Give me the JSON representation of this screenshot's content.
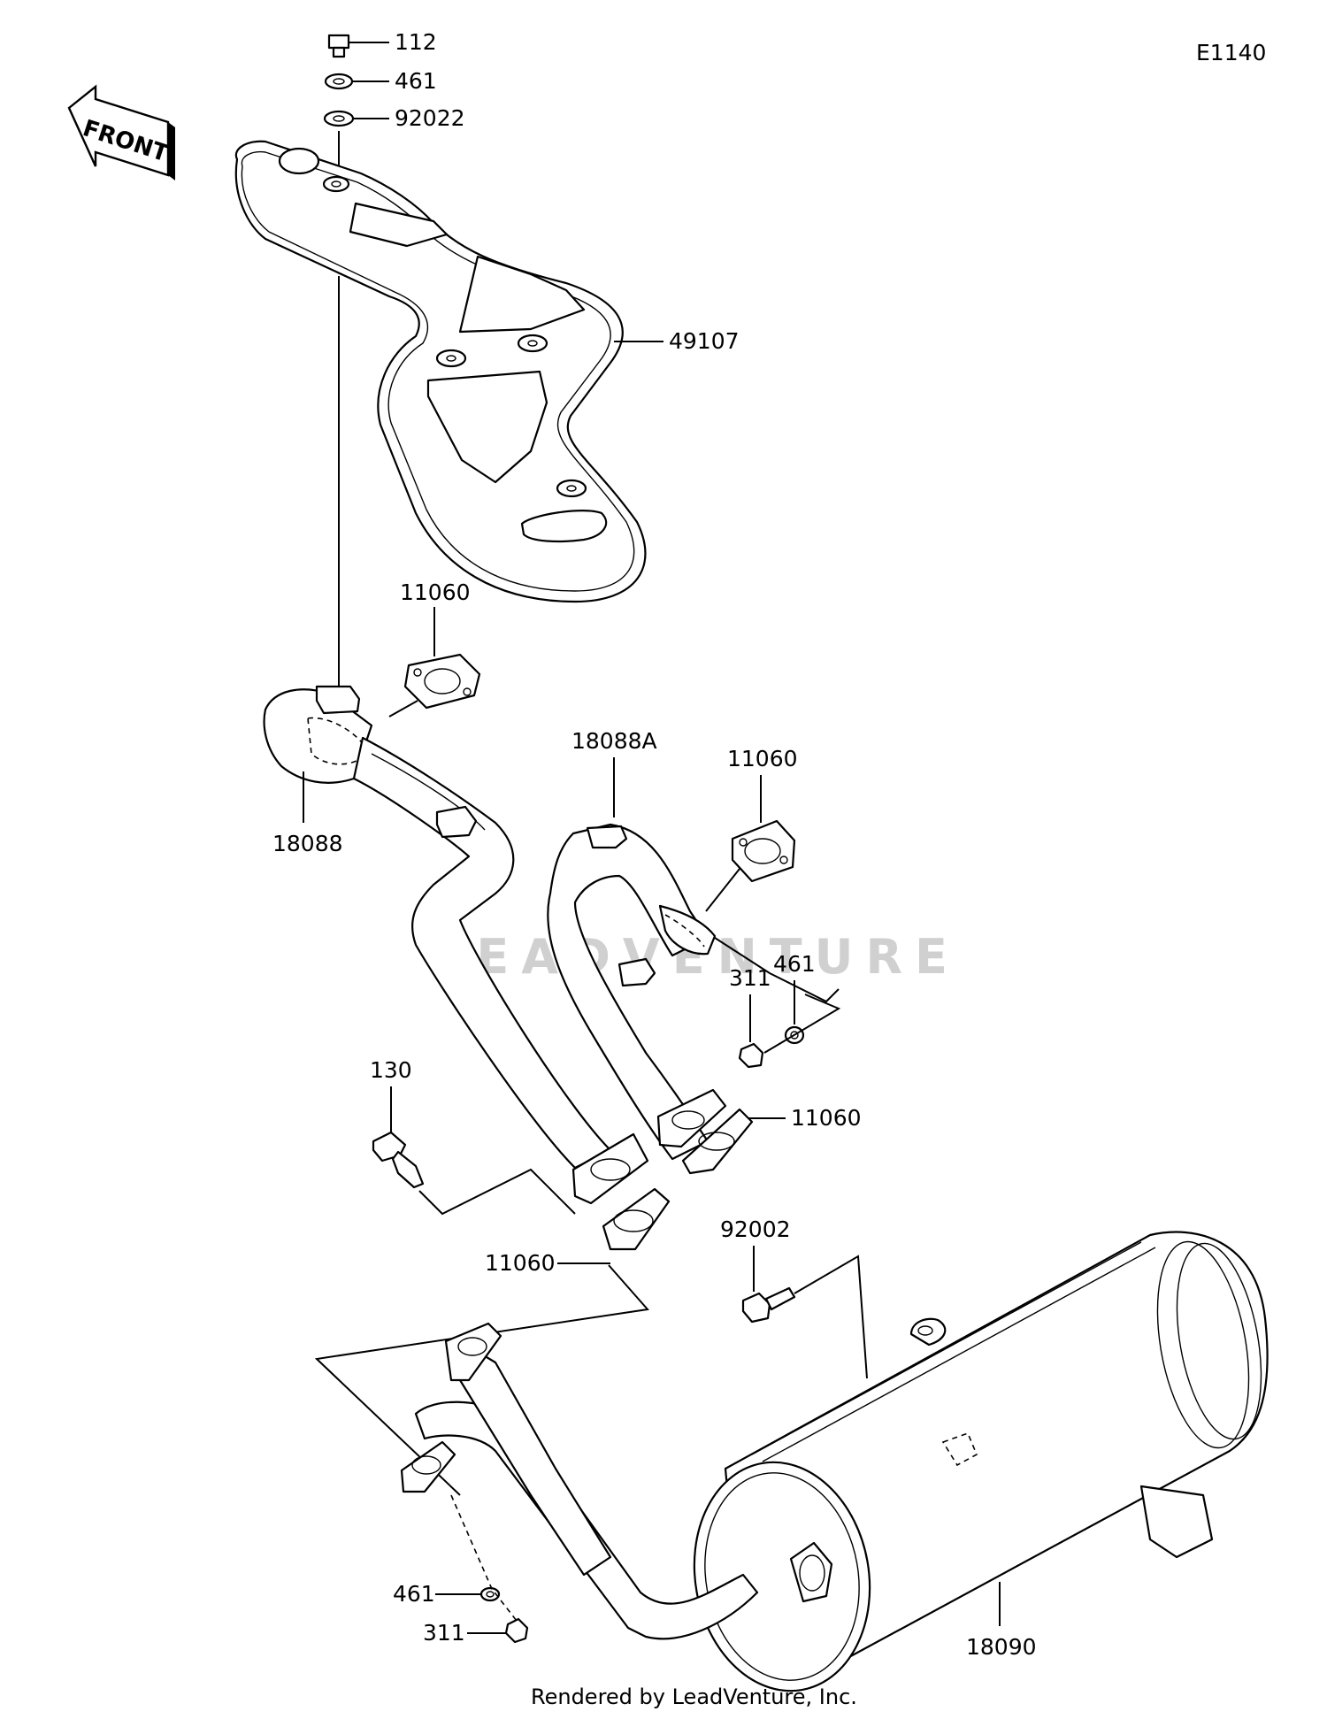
{
  "diagram_code": "E1140",
  "front_label": "FRONT",
  "watermark": "LEADVENTURE",
  "footer": "Rendered by LeadVenture, Inc.",
  "callouts": {
    "bolt_top": "112",
    "washer_top": "461",
    "washer_flat_top": "92022",
    "heat_guard": "49107",
    "gasket_upper": "11060",
    "pipe_left": "18088",
    "pipe_right": "18088A",
    "gasket_right_upper": "11060",
    "washer_right": "461",
    "nut_right": "311",
    "gasket_right_lower": "11060",
    "bolt_left": "130",
    "gasket_left_lower": "11060",
    "bolt_muffler": "92002",
    "washer_bottom": "461",
    "nut_bottom": "311",
    "muffler": "18090"
  }
}
